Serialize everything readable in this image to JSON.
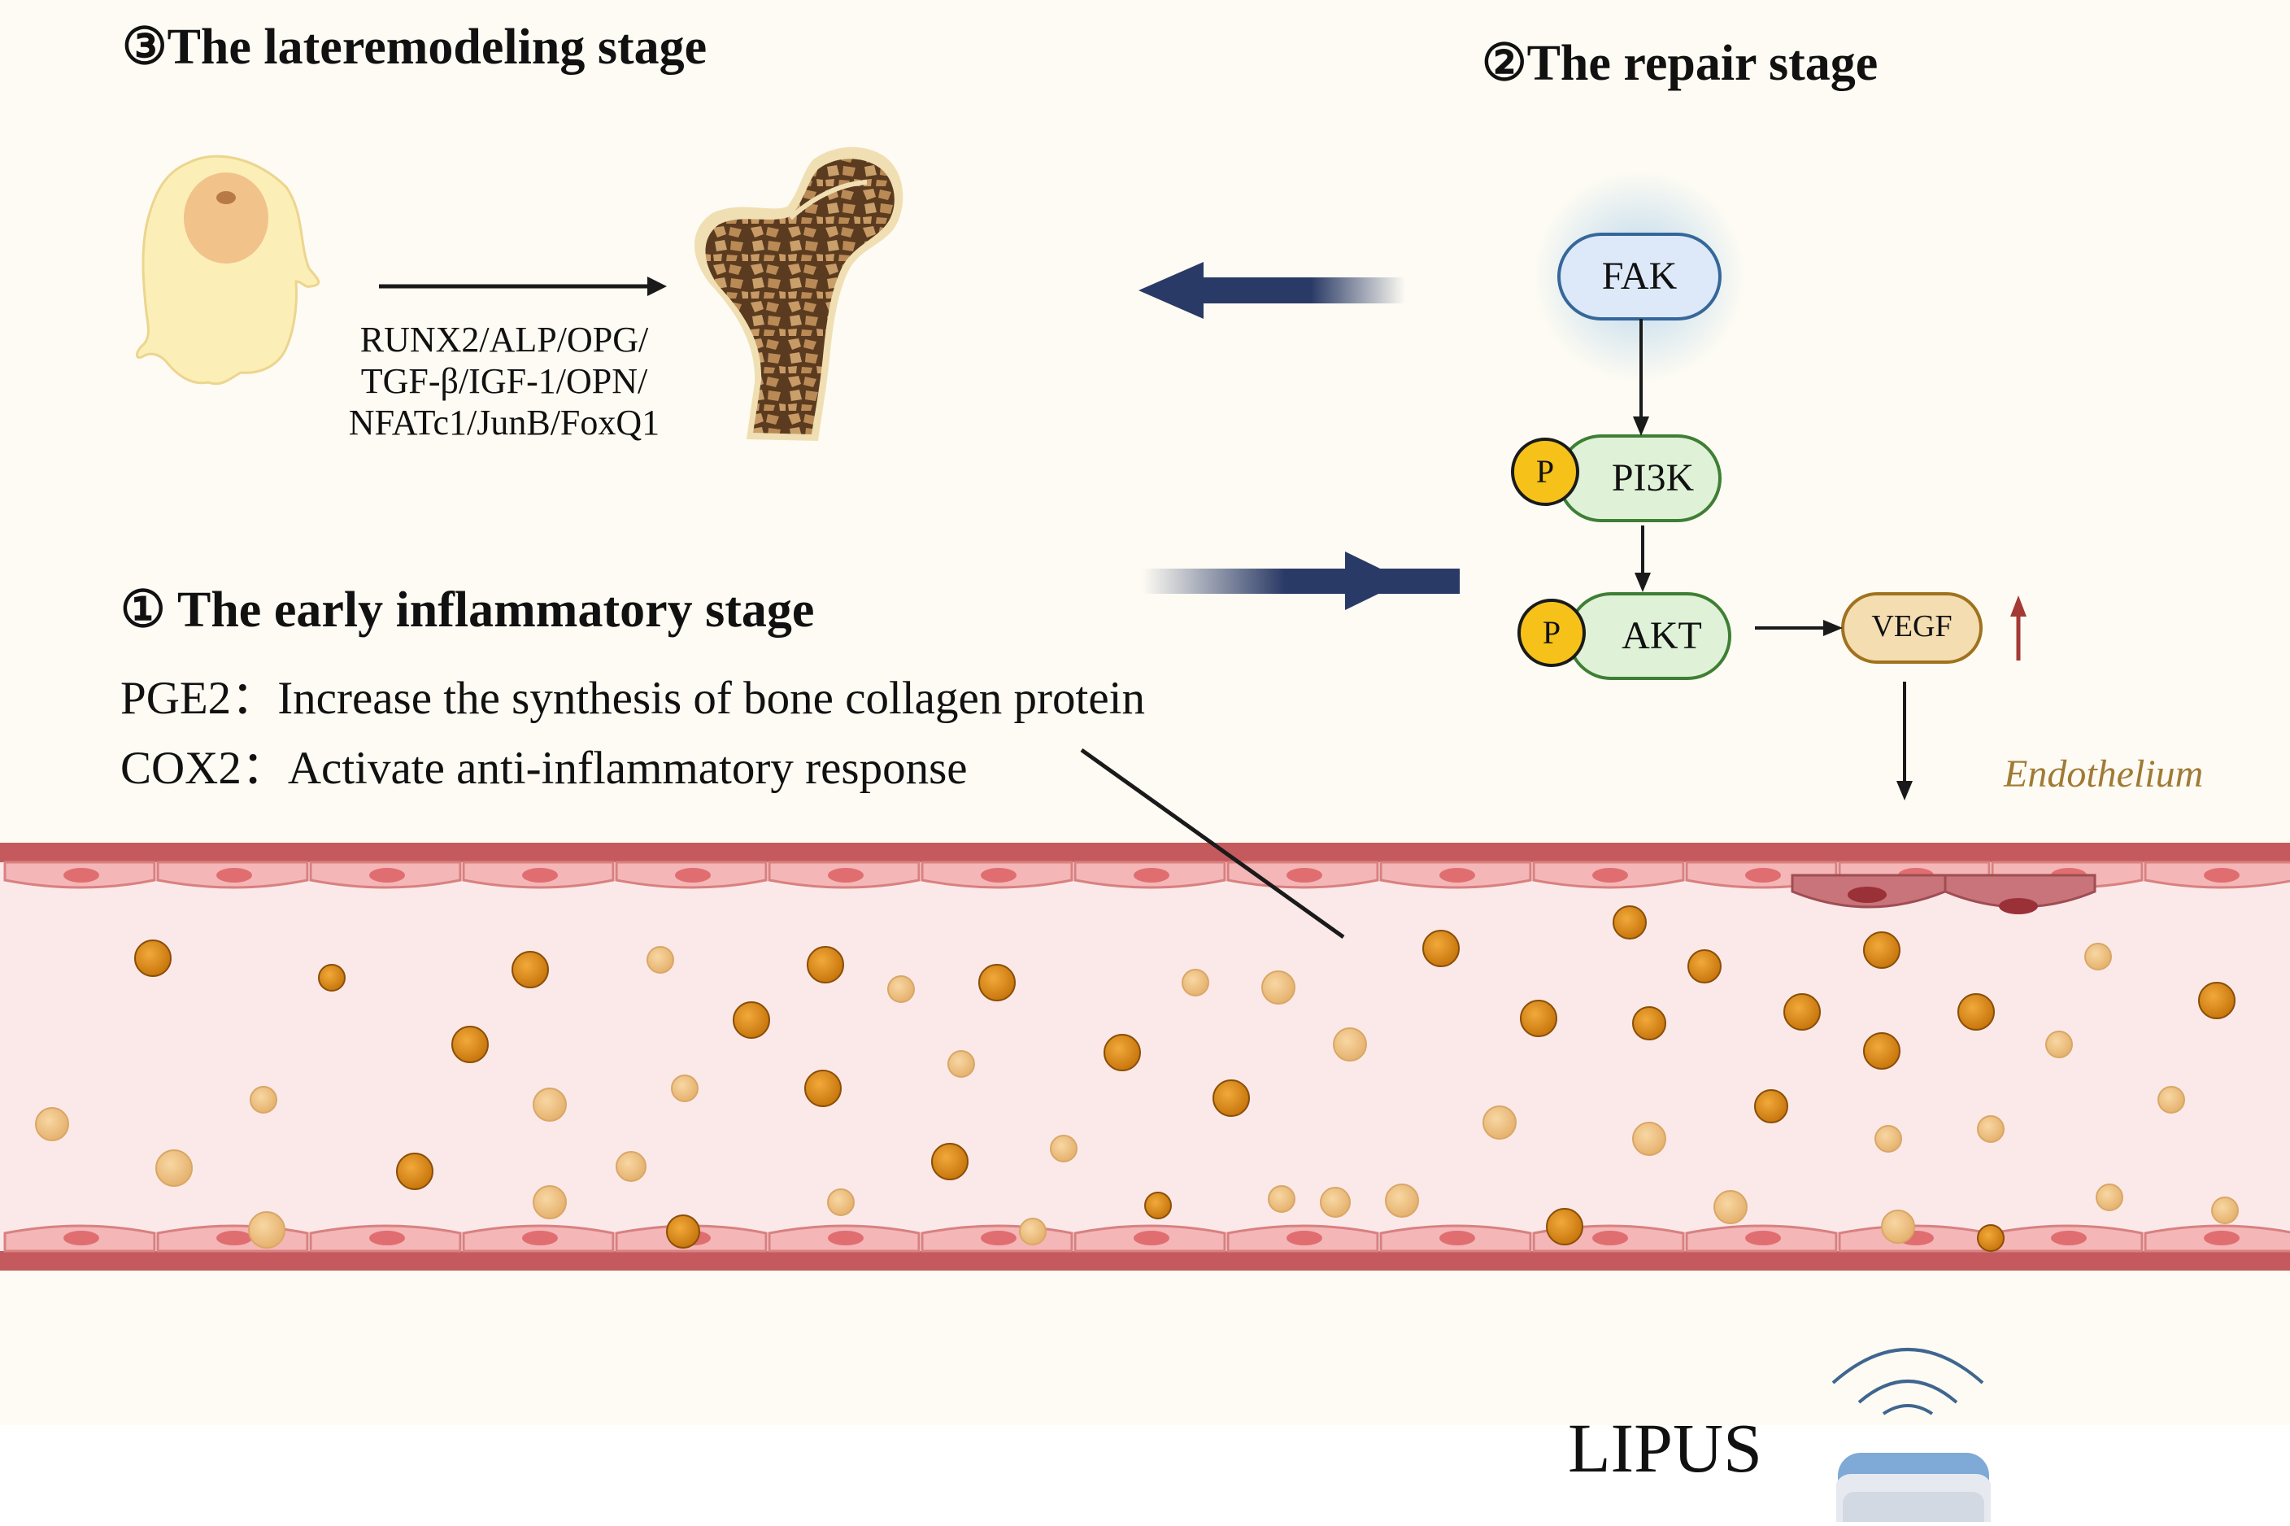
{
  "stages": {
    "late": {
      "title": "③The lateremodeling  stage"
    },
    "repair": {
      "title": "②The repair stage"
    },
    "early": {
      "title": "① The early inflammatory stage",
      "lines": [
        {
          "label": "PGE2：",
          "text": "Increase the synthesis of bone collagen protein"
        },
        {
          "label": "COX2：",
          "text": "Activate anti-inflammatory response"
        }
      ]
    }
  },
  "genes": {
    "line1": "RUNX2/ALP/OPG/",
    "line2": "TGF-β/IGF-1/OPN/",
    "line3": "NFATc1/JunB/FoxQ1"
  },
  "pathway": {
    "fak": "FAK",
    "pi3k": "PI3K",
    "akt": "AKT",
    "vegf": "VEGF",
    "phospho": "P"
  },
  "endothelium_label": "Endothelium",
  "device_label": "LIPUS",
  "colors": {
    "background": "#fdfbf3",
    "arrow_navy": "#2a3a66",
    "vessel_wall": "#c55a5e",
    "lumen": "#fbe9ea",
    "particle": "#d9861a",
    "endothelium_text": "#a07a35"
  }
}
